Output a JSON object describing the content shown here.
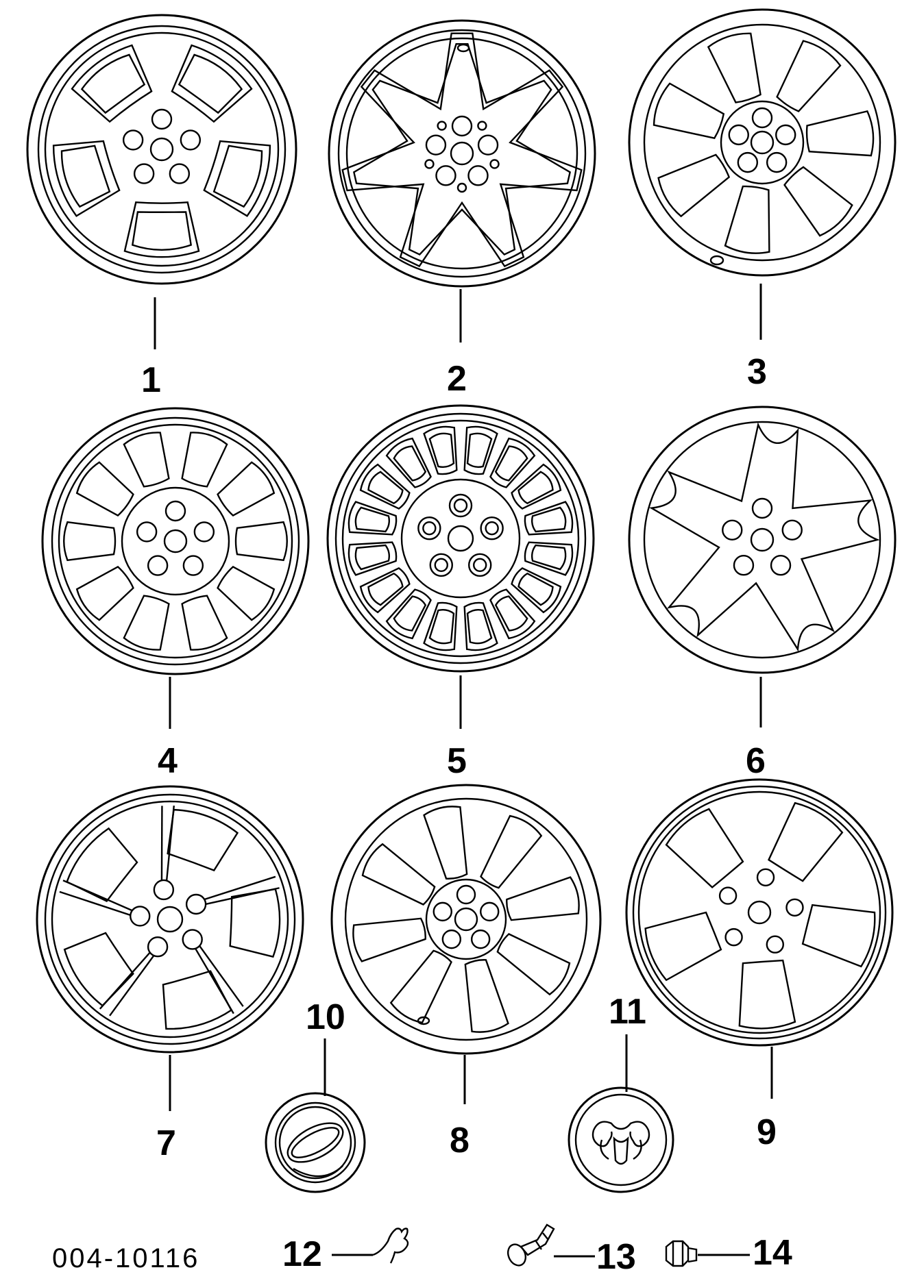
{
  "drawing_code": "004-10116",
  "parts": [
    {
      "callout": "1",
      "kind": "wheel-5-spoke-oval"
    },
    {
      "callout": "2",
      "kind": "wheel-7-star"
    },
    {
      "callout": "3",
      "kind": "wheel-7-arm"
    },
    {
      "callout": "4",
      "kind": "wheel-multi-spoke"
    },
    {
      "callout": "5",
      "kind": "wheel-16-spoke"
    },
    {
      "callout": "6",
      "kind": "wheel-5-split-star"
    },
    {
      "callout": "7",
      "kind": "wheel-cover"
    },
    {
      "callout": "8",
      "kind": "wheel-8-arm"
    },
    {
      "callout": "9",
      "kind": "wheel-5-blade"
    },
    {
      "callout": "10",
      "kind": "center-cap"
    },
    {
      "callout": "11",
      "kind": "center-cap-ram-logo"
    },
    {
      "callout": "12",
      "kind": "balance-weight"
    },
    {
      "callout": "13",
      "kind": "valve-stem"
    },
    {
      "callout": "14",
      "kind": "lug-nut"
    }
  ]
}
